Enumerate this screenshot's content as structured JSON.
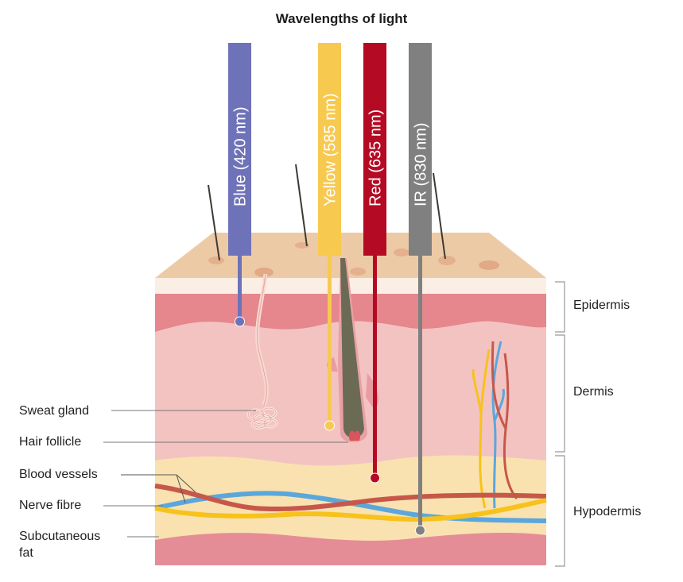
{
  "title": "Wavelengths of light",
  "wavelengths": [
    {
      "name": "Blue",
      "nm": 420,
      "label": "Blue (420 nm)",
      "color": "#6e72b8",
      "penetrates_to": "Epidermis"
    },
    {
      "name": "Yellow",
      "nm": 585,
      "label": "Yellow (585 nm)",
      "color": "#f7c94f",
      "penetrates_to": "Dermis"
    },
    {
      "name": "Red",
      "nm": 635,
      "label": "Red (635 nm)",
      "color": "#b50a23",
      "penetrates_to": "Dermis / Hypodermis boundary"
    },
    {
      "name": "IR",
      "nm": 830,
      "label": "IR (830 nm)",
      "color": "#808080",
      "penetrates_to": "Hypodermis"
    }
  ],
  "layers": [
    {
      "name": "Epidermis"
    },
    {
      "name": "Dermis"
    },
    {
      "name": "Hypodermis"
    }
  ],
  "structures": [
    {
      "label": "Sweat gland"
    },
    {
      "label": "Hair follicle"
    },
    {
      "label": "Blood vessels"
    },
    {
      "label": "Nerve fibre"
    },
    {
      "label": "Subcutaneous fat"
    }
  ],
  "structure_lines": {
    "subcutaneous_1": "Subcutaneous",
    "subcutaneous_2": "fat"
  },
  "colors": {
    "skin_surface": "#edcaa6",
    "stratum": "#fbeee4",
    "epidermis": "#e5878c",
    "dermis": "#f3c3c2",
    "fat": "#f9e2b0",
    "deep_fat": "#e58d96",
    "artery": "#c6584a",
    "vein": "#5ba7dc",
    "nerve": "#f7c21b"
  }
}
